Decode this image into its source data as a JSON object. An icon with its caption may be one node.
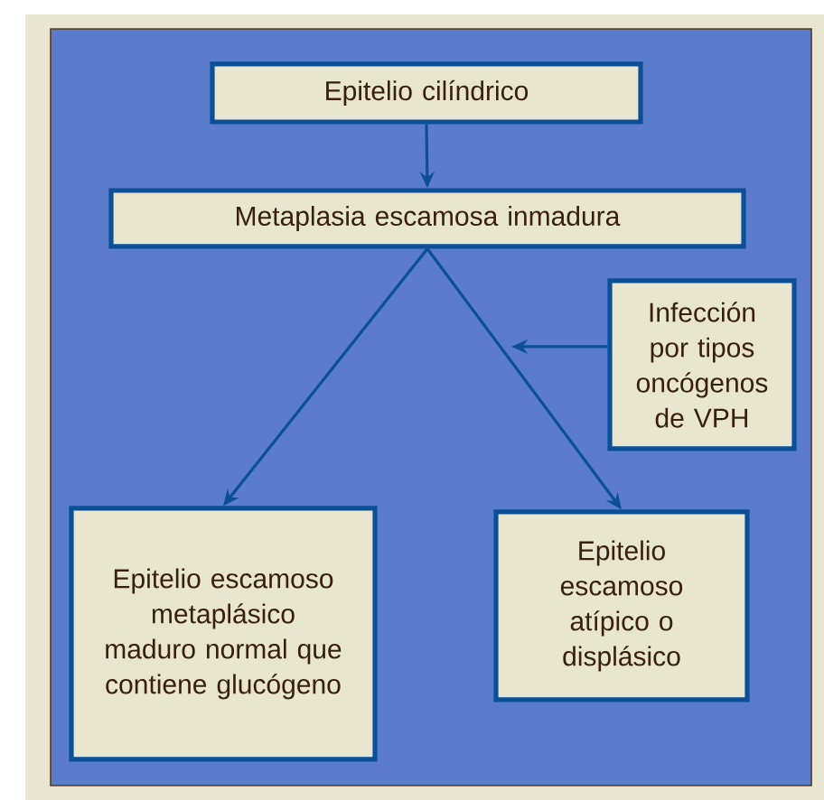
{
  "diagram": {
    "nodes": [
      {
        "text": [
          "Epitelio cilíndrico"
        ]
      },
      {
        "text": [
          "Metaplasia escamosa inmadura"
        ]
      },
      {
        "text": [
          "Infección por tipos oncógenos de VPH"
        ]
      },
      {
        "text": [
          "Epitelio escamoso metaplásico maduro normal que contiene glucógeno"
        ]
      },
      {
        "text": [
          "Epitelio escamoso atípico o displásico"
        ]
      }
    ],
    "edges": [
      {
        "from": 0,
        "to": 1,
        "arrow": "to"
      },
      {
        "from": 1,
        "to": 3,
        "arrow": "to"
      },
      {
        "from": 1,
        "to": 4,
        "arrow": "to"
      },
      {
        "from": 2,
        "to": null,
        "arrow": "to"
      }
    ]
  }
}
